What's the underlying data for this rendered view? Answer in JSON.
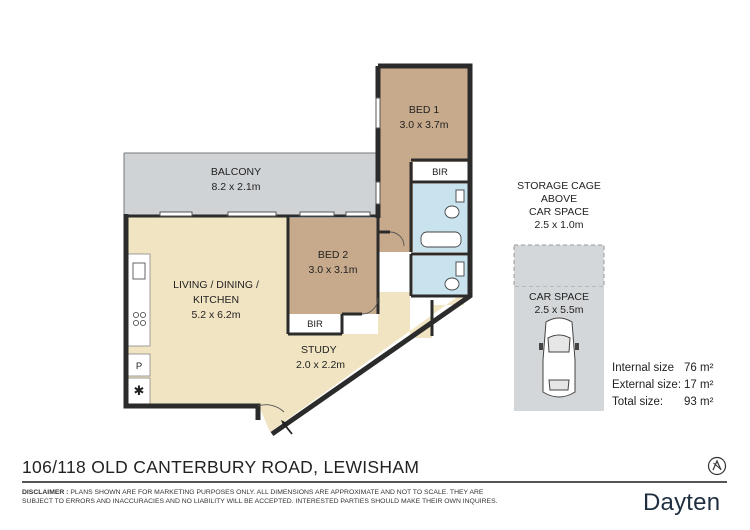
{
  "address": "106/118 OLD CANTERBURY ROAD, LEWISHAM",
  "disclaimer": {
    "label": "DISCLAIMER :",
    "line1": "PLANS SHOWN ARE FOR MARKETING PURPOSES ONLY.  ALL DIMENSIONS ARE APPROXIMATE AND NOT TO SCALE.  THEY ARE",
    "line2": "SUBJECT TO ERRORS AND INACCURACIES AND NO LIABILITY WILL BE ACCEPTED. INTERESTED PARTIES SHOULD MAKE THEIR OWN INQUIRES."
  },
  "brand": "Dayten",
  "rooms": {
    "bed1": {
      "name": "BED 1",
      "size": "3.0 x 3.7m"
    },
    "balcony": {
      "name": "BALCONY",
      "size": "8.2 x 2.1m"
    },
    "living": {
      "line1": "LIVING / DINING /",
      "line2": "KITCHEN",
      "size": "5.2 x 6.2m"
    },
    "bed2": {
      "name": "BED 2",
      "size": "3.0 x 3.1m"
    },
    "study": {
      "name": "STUDY",
      "size": "2.0 x 2.2m"
    },
    "bir1": "BIR",
    "bir2": "BIR",
    "pantry": "P",
    "storage": {
      "line1": "STORAGE CAGE",
      "line2": "ABOVE",
      "line3": "CAR SPACE",
      "size": "2.5 x 1.0m"
    },
    "car_space": {
      "name": "CAR SPACE",
      "size": "2.5 x 5.5m"
    }
  },
  "sizes": [
    {
      "label": "Internal size",
      "value": "76 m²"
    },
    {
      "label": "External size:",
      "value": "17 m²"
    },
    {
      "label": "Total size:",
      "value": "93 m²"
    }
  ],
  "colors": {
    "bedroom": "#c7a98b",
    "living": "#f1e4c2",
    "balcony": "#cfd3d6",
    "wet": "#c9e3ee",
    "wall": "#2b2b2b"
  }
}
